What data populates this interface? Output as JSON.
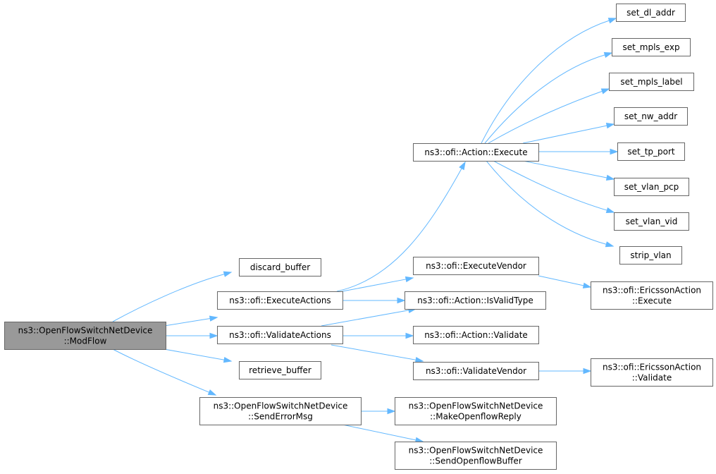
{
  "graph": {
    "nodes": {
      "modflow": [
        "ns3::OpenFlowSwitchNetDevice",
        "::ModFlow"
      ],
      "discard_buffer": [
        "discard_buffer"
      ],
      "execute_actions": [
        "ns3::ofi::ExecuteActions"
      ],
      "validate_actions": [
        "ns3::ofi::ValidateActions"
      ],
      "retrieve_buffer": [
        "retrieve_buffer"
      ],
      "send_error_msg": [
        "ns3::OpenFlowSwitchNetDevice",
        "::SendErrorMsg"
      ],
      "action_execute": [
        "ns3::ofi::Action::Execute"
      ],
      "execute_vendor": [
        "ns3::ofi::ExecuteVendor"
      ],
      "is_valid_type": [
        "ns3::ofi::Action::IsValidType"
      ],
      "action_validate": [
        "ns3::ofi::Action::Validate"
      ],
      "validate_vendor": [
        "ns3::ofi::ValidateVendor"
      ],
      "make_openflow_reply": [
        "ns3::OpenFlowSwitchNetDevice",
        "::MakeOpenflowReply"
      ],
      "send_openflow_buffer": [
        "ns3::OpenFlowSwitchNetDevice",
        "::SendOpenflowBuffer"
      ],
      "set_dl_addr": [
        "set_dl_addr"
      ],
      "set_mpls_exp": [
        "set_mpls_exp"
      ],
      "set_mpls_label": [
        "set_mpls_label"
      ],
      "set_nw_addr": [
        "set_nw_addr"
      ],
      "set_tp_port": [
        "set_tp_port"
      ],
      "set_vlan_pcp": [
        "set_vlan_pcp"
      ],
      "set_vlan_vid": [
        "set_vlan_vid"
      ],
      "strip_vlan": [
        "strip_vlan"
      ],
      "ericsson_execute": [
        "ns3::ofi::EricssonAction",
        "::Execute"
      ],
      "ericsson_validate": [
        "ns3::ofi::EricssonAction",
        "::Validate"
      ]
    },
    "edges": [
      [
        "modflow",
        "discard_buffer"
      ],
      [
        "modflow",
        "execute_actions"
      ],
      [
        "modflow",
        "validate_actions"
      ],
      [
        "modflow",
        "retrieve_buffer"
      ],
      [
        "modflow",
        "send_error_msg"
      ],
      [
        "execute_actions",
        "action_execute"
      ],
      [
        "execute_actions",
        "execute_vendor"
      ],
      [
        "execute_actions",
        "is_valid_type"
      ],
      [
        "validate_actions",
        "is_valid_type"
      ],
      [
        "validate_actions",
        "action_validate"
      ],
      [
        "validate_actions",
        "validate_vendor"
      ],
      [
        "send_error_msg",
        "make_openflow_reply"
      ],
      [
        "send_error_msg",
        "send_openflow_buffer"
      ],
      [
        "action_execute",
        "set_dl_addr"
      ],
      [
        "action_execute",
        "set_mpls_exp"
      ],
      [
        "action_execute",
        "set_mpls_label"
      ],
      [
        "action_execute",
        "set_nw_addr"
      ],
      [
        "action_execute",
        "set_tp_port"
      ],
      [
        "action_execute",
        "set_vlan_pcp"
      ],
      [
        "action_execute",
        "set_vlan_vid"
      ],
      [
        "action_execute",
        "strip_vlan"
      ],
      [
        "execute_vendor",
        "ericsson_execute"
      ],
      [
        "validate_vendor",
        "ericsson_validate"
      ]
    ],
    "colors": {
      "edge": "#63b8ff",
      "node_border": "#666666",
      "node_fill": "#ffffff",
      "root_fill": "#999999"
    }
  }
}
